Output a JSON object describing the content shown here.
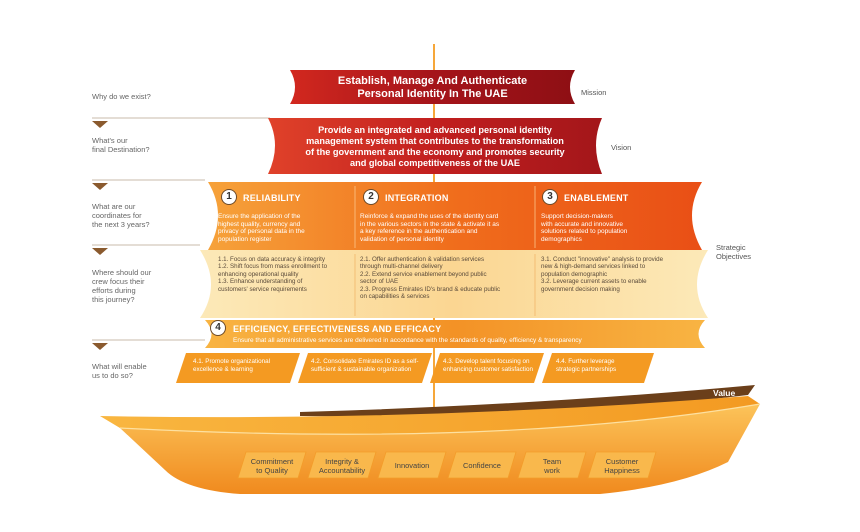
{
  "questions": {
    "q1": "Why do we exist?",
    "q2": "What's our\nfinal  Destination?",
    "q3": "What are our\ncoordinates for\nthe next 3 years?",
    "q4": "Where should our\ncrew focus their\nefforts  during\nthis journey?",
    "q5": "What will enable\nus to do so?"
  },
  "mission": {
    "label": "Mission",
    "line1": "Establish, Manage And Authenticate",
    "line2": "Personal Identity In The UAE"
  },
  "vision": {
    "label": "Vision",
    "text": "Provide an integrated and advanced personal identity\nmanagement system that contributes to the transformation\nof the government and the economy and promotes security\nand global competitiveness of the UAE"
  },
  "strategic_label": "Strategic\nObjectives",
  "pillars": [
    {
      "number": "1",
      "title": "RELIABILITY",
      "desc": "Ensure the application of the\nhighest quality, currency and\nprivacy of personal data in the\npopulation register",
      "initiatives": "1.1. Focus on data accuracy & integrity\n1.2. Shift focus from mass enrollment to\n       enhancing operational quality\n1.3. Enhance understanding of\n       customers' service requirements"
    },
    {
      "number": "2",
      "title": "INTEGRATION",
      "desc": "Reinforce & expand the uses of the identity card\nin the various sectors in the state & activate it as\na key reference in the authentication and\nvalidation of personal identity",
      "initiatives": "2.1. Offer authentication & validation services\n       through multi-channel delivery\n2.2. Extend service enablement beyond public\n       sector of UAE\n2.3. Progress Emirates ID's brand & educate public\n       on capabilities & services"
    },
    {
      "number": "3",
      "title": "ENABLEMENT",
      "desc": "Support decision-makers\nwith accurate and innovative\nsolutions related to population\ndemographics",
      "initiatives": "3.1. Conduct \"innovative\" analysis to provide\n       new & high-demand services linked to\n       population demographic\n3.2. Leverage current assets to enable\n       government decision making"
    }
  ],
  "efficiency": {
    "number": "4",
    "title": "EFFICIENCY, EFFECTIVENESS AND EFFICACY",
    "subtitle": "Ensure that all administrative services are delivered in accordance with the standards of quality, efficiency & transparency",
    "cards": [
      "4.1. Promote organizational\nexcellence & learning",
      "4.2. Consolidate Emirates ID as a self-\nsufficient & sustainable organization",
      "4.3. Develop talent focusing on\nenhancing customer satisfaction",
      "4.4. Further leverage\nstrategic partnerships"
    ]
  },
  "value": {
    "label": "Value",
    "items": [
      "Commitment\nto Quality",
      "Integrity &\nAccountability",
      "Innovation",
      "Confidence",
      "Team\nwork",
      "Customer\nHappiness"
    ]
  },
  "colors": {
    "mission_red": "#b0161c",
    "vision_red": "#c8261e",
    "orange": "#f07a1e",
    "light_orange": "#fbd99a",
    "boat": "#f9a531",
    "brown": "#6b3f1a",
    "divider": "#8a5a2e"
  }
}
